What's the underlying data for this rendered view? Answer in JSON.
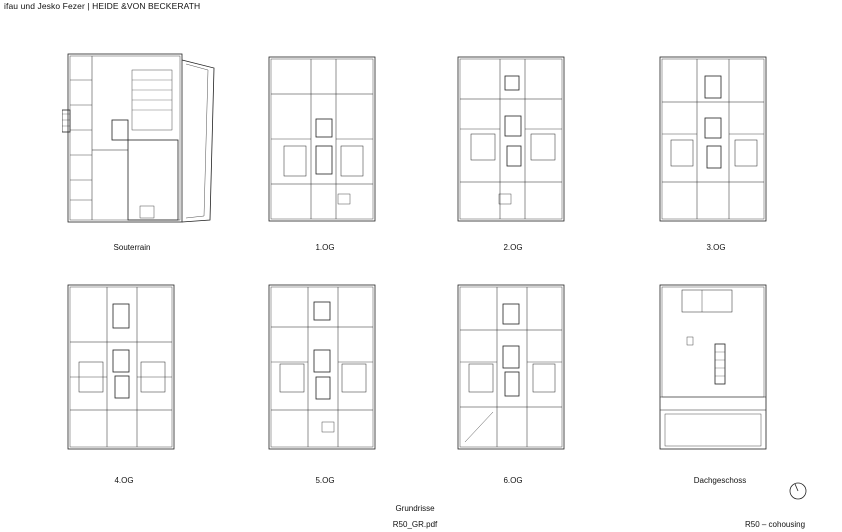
{
  "header": {
    "title": "ifau und Jesko Fezer | HEIDE &VON BECKERATH"
  },
  "plans": [
    {
      "id": "souterrain",
      "label": "Souterrain"
    },
    {
      "id": "og1",
      "label": "1.OG"
    },
    {
      "id": "og2",
      "label": "2.OG"
    },
    {
      "id": "og3",
      "label": "3.OG"
    },
    {
      "id": "og4",
      "label": "4.OG"
    },
    {
      "id": "og5",
      "label": "5.OG"
    },
    {
      "id": "og6",
      "label": "6.OG"
    },
    {
      "id": "dach",
      "label": "Dachgeschoss"
    }
  ],
  "footer": {
    "title": "Grundrisse",
    "file": "R50_GR.pdf",
    "project": "R50 – cohousing"
  },
  "icons": {
    "north": "north-arrow-icon"
  },
  "colors": {
    "line": "#222222",
    "background": "#ffffff"
  }
}
